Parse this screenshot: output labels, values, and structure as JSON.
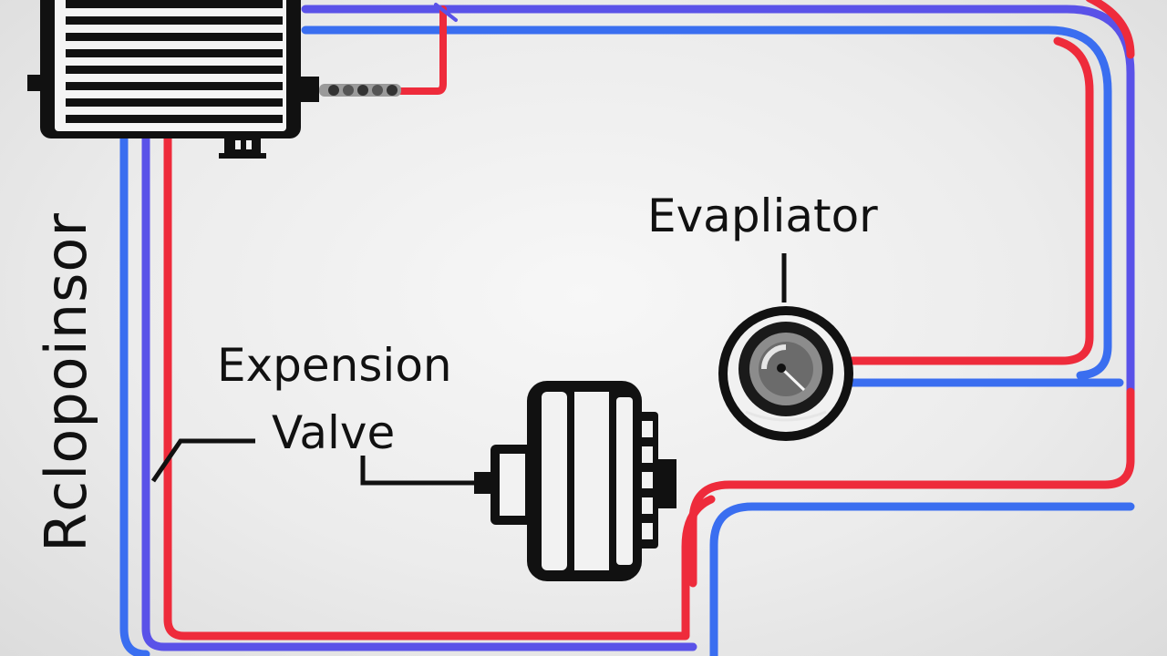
{
  "labels": {
    "evaporator": "Evapliator",
    "expansion_line1": "Expension",
    "expansion_line2": "Valve",
    "compressor": "Rclopoinsor"
  },
  "colors": {
    "hot_line": "#ee2b3b",
    "cold_line": "#3a6ef0",
    "cold_line_alt": "#5a52e8",
    "component_outline": "#111111",
    "component_fill": "#f2f2f2",
    "background": "#ececec"
  },
  "components": [
    {
      "id": "condenser",
      "icon": "radiator-icon"
    },
    {
      "id": "evaporator",
      "icon": "gauge-icon"
    },
    {
      "id": "expansion-valve",
      "icon": "valve-motor-icon"
    }
  ]
}
